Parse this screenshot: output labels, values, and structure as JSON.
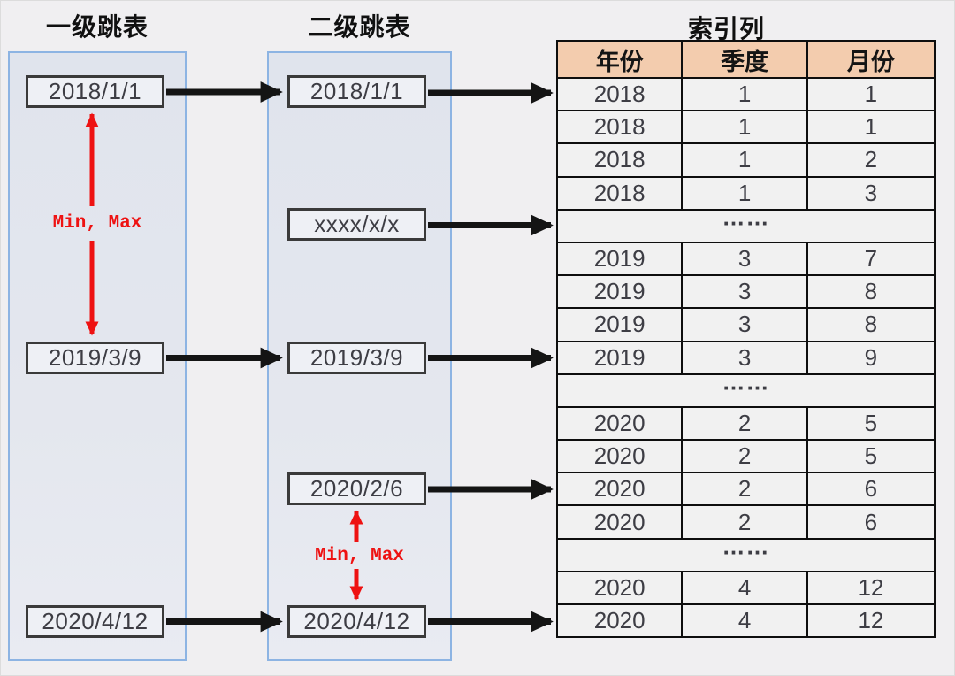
{
  "level1": {
    "title": "一级跳表",
    "nodes": [
      "2018/1/1",
      "2019/3/9",
      "2020/4/12"
    ],
    "range_label": "Min, Max"
  },
  "level2": {
    "title": "二级跳表",
    "nodes": [
      "2018/1/1",
      "xxxx/x/x",
      "2019/3/9",
      "2020/2/6",
      "2020/4/12"
    ],
    "range_label": "Min, Max"
  },
  "index_table": {
    "title": "索引列",
    "columns": [
      "年份",
      "季度",
      "月份"
    ],
    "rows": [
      [
        "2018",
        "1",
        "1"
      ],
      [
        "2018",
        "1",
        "1"
      ],
      [
        "2018",
        "1",
        "2"
      ],
      [
        "2018",
        "1",
        "3"
      ],
      [
        "……"
      ],
      [
        "2019",
        "3",
        "7"
      ],
      [
        "2019",
        "3",
        "8"
      ],
      [
        "2019",
        "3",
        "8"
      ],
      [
        "2019",
        "3",
        "9"
      ],
      [
        "……"
      ],
      [
        "2020",
        "2",
        "5"
      ],
      [
        "2020",
        "2",
        "5"
      ],
      [
        "2020",
        "2",
        "6"
      ],
      [
        "2020",
        "2",
        "6"
      ],
      [
        "……"
      ],
      [
        "2020",
        "4",
        "12"
      ],
      [
        "2020",
        "4",
        "12"
      ]
    ]
  },
  "colors": {
    "panel_border": "#8db4e3",
    "panel_fill": "#e4e7ee",
    "node_border": "#3a3a3a",
    "node_fill": "#eef0f5",
    "table_header_fill": "#f3ccae",
    "table_cell_fill": "#f1f1f1",
    "table_line": "#0e0e0e",
    "arrow_black": "#141414",
    "arrow_red": "#ee1212",
    "text": "#3d3d44"
  }
}
